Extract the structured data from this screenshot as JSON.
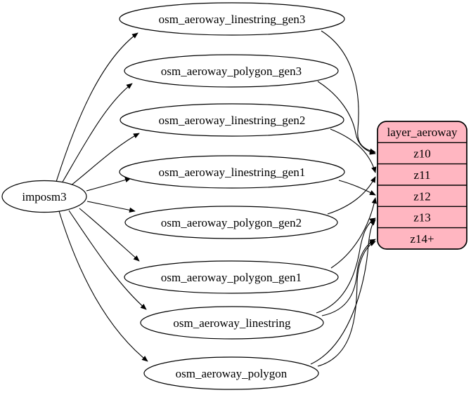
{
  "diagram": {
    "kind": "etl-dependency-graph",
    "colors": {
      "background": "#ffffff",
      "table_fill": "#ffffff",
      "layer_fill": "#ffb6c1",
      "stroke": "#000000",
      "edge": "#000000"
    },
    "source": {
      "label": "imposm3"
    },
    "tables": [
      {
        "label": "osm_aeroway_linestring_gen3"
      },
      {
        "label": "osm_aeroway_polygon_gen3"
      },
      {
        "label": "osm_aeroway_linestring_gen2"
      },
      {
        "label": "osm_aeroway_linestring_gen1"
      },
      {
        "label": "osm_aeroway_polygon_gen2"
      },
      {
        "label": "osm_aeroway_polygon_gen1"
      },
      {
        "label": "osm_aeroway_linestring"
      },
      {
        "label": "osm_aeroway_polygon"
      }
    ],
    "layer": {
      "title": "layer_aeroway",
      "fill": "#ffb6c1",
      "rows": [
        {
          "label": "z10"
        },
        {
          "label": "z11"
        },
        {
          "label": "z12"
        },
        {
          "label": "z13"
        },
        {
          "label": "z14+"
        }
      ]
    },
    "edges": {
      "from_source": [
        "osm_aeroway_linestring_gen3",
        "osm_aeroway_polygon_gen3",
        "osm_aeroway_linestring_gen2",
        "osm_aeroway_linestring_gen1",
        "osm_aeroway_polygon_gen2",
        "osm_aeroway_polygon_gen1",
        "osm_aeroway_linestring",
        "osm_aeroway_polygon"
      ],
      "to_layer": [
        {
          "from": "osm_aeroway_linestring_gen3",
          "to": "z10"
        },
        {
          "from": "osm_aeroway_polygon_gen3",
          "to": "z10"
        },
        {
          "from": "osm_aeroway_linestring_gen2",
          "to": "z11"
        },
        {
          "from": "osm_aeroway_polygon_gen2",
          "to": "z11"
        },
        {
          "from": "osm_aeroway_linestring_gen1",
          "to": "z12"
        },
        {
          "from": "osm_aeroway_polygon_gen1",
          "to": "z12"
        },
        {
          "from": "osm_aeroway_linestring",
          "to": "z13"
        },
        {
          "from": "osm_aeroway_polygon",
          "to": "z13"
        },
        {
          "from": "osm_aeroway_linestring",
          "to": "z14+"
        },
        {
          "from": "osm_aeroway_polygon",
          "to": "z14+"
        }
      ]
    }
  }
}
